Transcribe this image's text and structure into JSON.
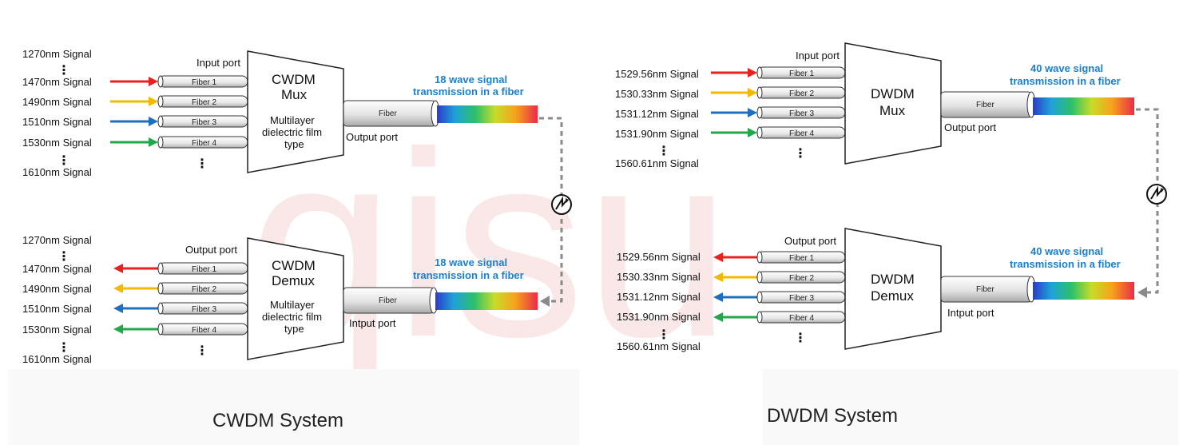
{
  "watermark": "qisu",
  "icon_names": {
    "regenerator": "amplifier-icon"
  },
  "colors": {
    "red": "#e8231f",
    "yellow": "#f5b800",
    "blue": "#1f6fc0",
    "green": "#22a84a",
    "note_blue": "#1b7fd0",
    "dashed": "#8a8a8a"
  },
  "cwdm": {
    "caption": "CWDM System",
    "mux": {
      "input_port": "Input port",
      "box_title_1": "CWDM",
      "box_title_2": "Mux",
      "box_sub_1": "Multilayer",
      "box_sub_2": "dielectric film",
      "box_sub_3": "type",
      "fiber_label": "Fiber",
      "output_port": "Output port",
      "note_1": "18 wave signal",
      "note_2": "transmission in a fiber",
      "signal_top": "1270nm Signal",
      "signals": [
        "1470nm Signal",
        "1490nm Signal",
        "1510nm Signal",
        "1530nm Signal"
      ],
      "signal_bottom": "1610nm Signal",
      "fibers": [
        "Fiber 1",
        "Fiber 2",
        "Fiber 3",
        "Fiber 4"
      ]
    },
    "demux": {
      "output_port": "Output port",
      "box_title_1": "CWDM",
      "box_title_2": "Demux",
      "box_sub_1": "Multilayer",
      "box_sub_2": "dielectric film",
      "box_sub_3": "type",
      "fiber_label": "Fiber",
      "input_port": "Intput port",
      "note_1": "18 wave signal",
      "note_2": "transmission in a fiber",
      "signal_top": "1270nm Signal",
      "signals": [
        "1470nm Signal",
        "1490nm Signal",
        "1510nm Signal",
        "1530nm Signal"
      ],
      "signal_bottom": "1610nm Signal",
      "fibers": [
        "Fiber 1",
        "Fiber 2",
        "Fiber 3",
        "Fiber 4"
      ]
    }
  },
  "dwdm": {
    "caption": "DWDM System",
    "mux": {
      "input_port": "Input port",
      "box_title_1": "DWDM",
      "box_title_2": "Mux",
      "fiber_label": "Fiber",
      "output_port": "Output port",
      "note_1": "40 wave signal",
      "note_2": "transmission in a fiber",
      "signals": [
        "1529.56nm Signal",
        "1530.33nm Signal",
        "1531.12nm Signal",
        "1531.90nm Signal"
      ],
      "signal_bottom": "1560.61nm Signal",
      "fibers": [
        "Fiber 1",
        "Fiber 2",
        "Fiber 3",
        "Fiber 4"
      ]
    },
    "demux": {
      "output_port": "Output port",
      "box_title_1": "DWDM",
      "box_title_2": "Demux",
      "fiber_label": "Fiber",
      "input_port": "Intput port",
      "note_1": "40 wave signal",
      "note_2": "transmission in a fiber",
      "signals": [
        "1529.56nm Signal",
        "1530.33nm Signal",
        "1531.12nm Signal",
        "1531.90nm Signal"
      ],
      "signal_bottom": "1560.61nm Signal",
      "fibers": [
        "Fiber 1",
        "Fiber 2",
        "Fiber 3",
        "Fiber 4"
      ]
    }
  }
}
